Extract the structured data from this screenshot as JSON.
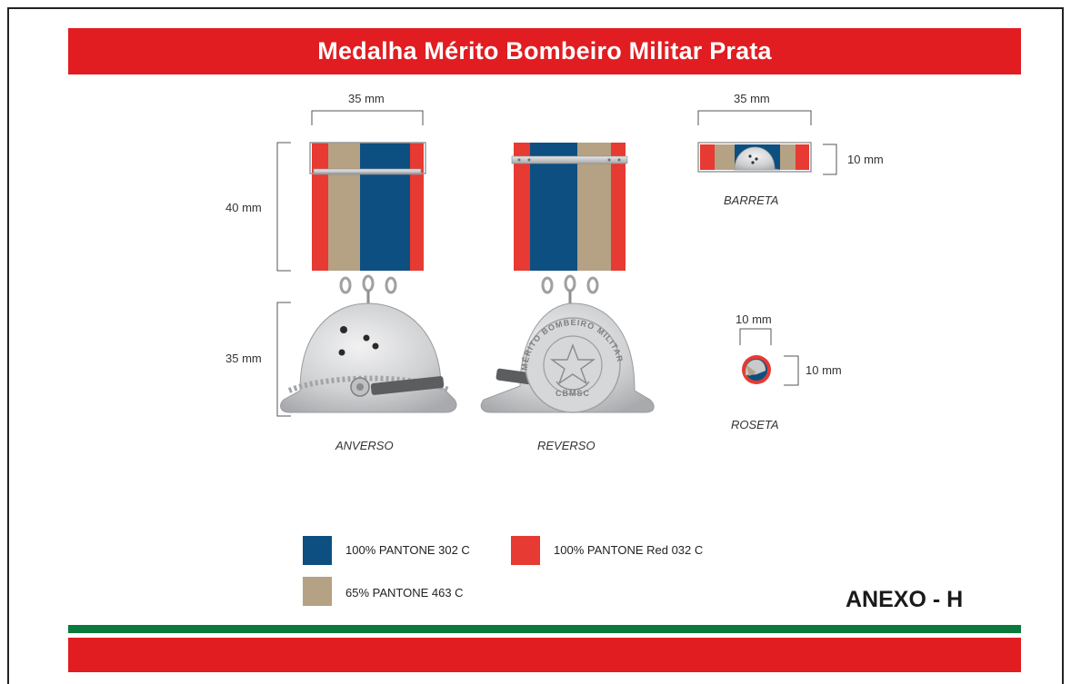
{
  "title": "Medalha Mérito Bombeiro Militar Prata",
  "dimensions": {
    "front_ribbon_width": "35 mm",
    "ribbon_height": "40 mm",
    "medal_height": "35 mm",
    "barreta_width": "35 mm",
    "barreta_height": "10 mm",
    "roseta_width": "10 mm",
    "roseta_height": "10 mm"
  },
  "captions": {
    "anverso": "ANVERSO",
    "reverso": "REVERSO",
    "barreta": "BARRETA",
    "roseta": "ROSETA"
  },
  "legend": [
    {
      "label": "100% PANTONE 302 C",
      "color": "#0d4f80"
    },
    {
      "label": "100% PANTONE Red 032 C",
      "color": "#e63a32"
    },
    {
      "label": "65% PANTONE 463 C",
      "color": "#b5a183"
    }
  ],
  "colors": {
    "blue": "#0d4f80",
    "red": "#e63a32",
    "tan": "#b5a183",
    "banner_red": "#e11d22",
    "green": "#0a7a3c",
    "silver": "#c9cacc"
  },
  "medal_inscription": {
    "ring_text": "MÉRITO BOMBEIRO MILITAR",
    "bottom_text": "CBMSC"
  },
  "annex_label": "ANEXO - H"
}
